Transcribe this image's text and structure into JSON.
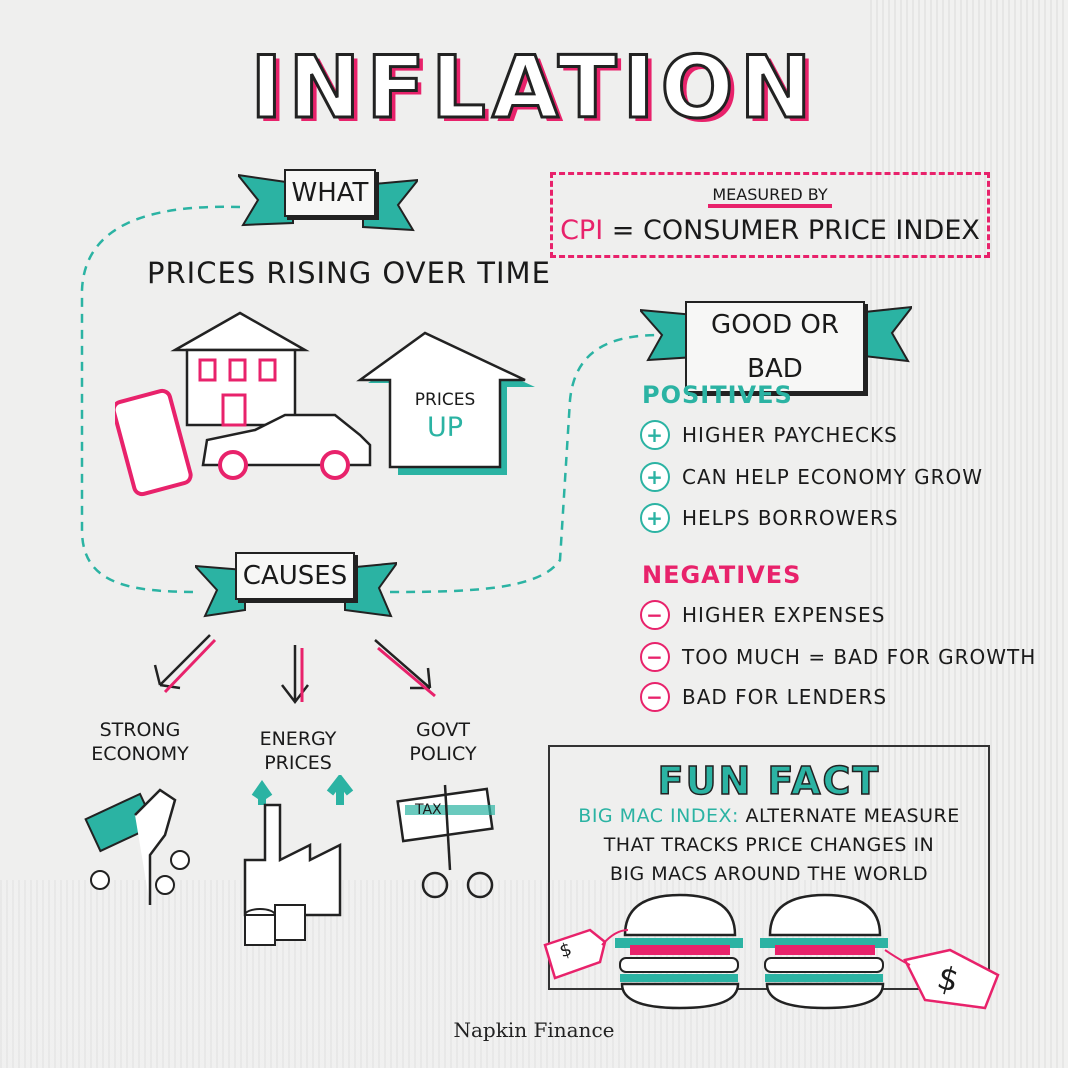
{
  "title": "INFLATION",
  "colors": {
    "teal": "#2bb3a3",
    "pink": "#e8226b",
    "ink": "#1a1a1a"
  },
  "what": {
    "banner": "WHAT",
    "text": "PRICES RISING OVER TIME",
    "arrow_label_1": "PRICES",
    "arrow_label_2": "UP"
  },
  "measured": {
    "label": "MEASURED BY",
    "abbr": "CPI",
    "eq": "=",
    "full": "CONSUMER PRICE INDEX"
  },
  "good_or_bad": {
    "banner": "GOOD OR BAD",
    "positives_title": "POSITIVES",
    "positives": [
      "HIGHER PAYCHECKS",
      "CAN HELP ECONOMY GROW",
      "HELPS BORROWERS"
    ],
    "negatives_title": "NEGATIVES",
    "negatives": [
      "HIGHER EXPENSES",
      "TOO MUCH = BAD FOR GROWTH",
      "BAD FOR LENDERS"
    ]
  },
  "causes": {
    "banner": "CAUSES",
    "items": [
      {
        "line1": "STRONG",
        "line2": "ECONOMY"
      },
      {
        "line1": "ENERGY",
        "line2": "PRICES"
      },
      {
        "line1": "GOVT",
        "line2": "POLICY"
      }
    ],
    "tax_label": "TAX"
  },
  "fun_fact": {
    "title": "FUN FACT",
    "highlight": "BIG MAC INDEX:",
    "line1": "ALTERNATE MEASURE",
    "line2": "THAT TRACKS PRICE CHANGES IN",
    "line3": "BIG MACS AROUND THE WORLD",
    "tag": "$"
  },
  "footer": "Napkin Finance"
}
